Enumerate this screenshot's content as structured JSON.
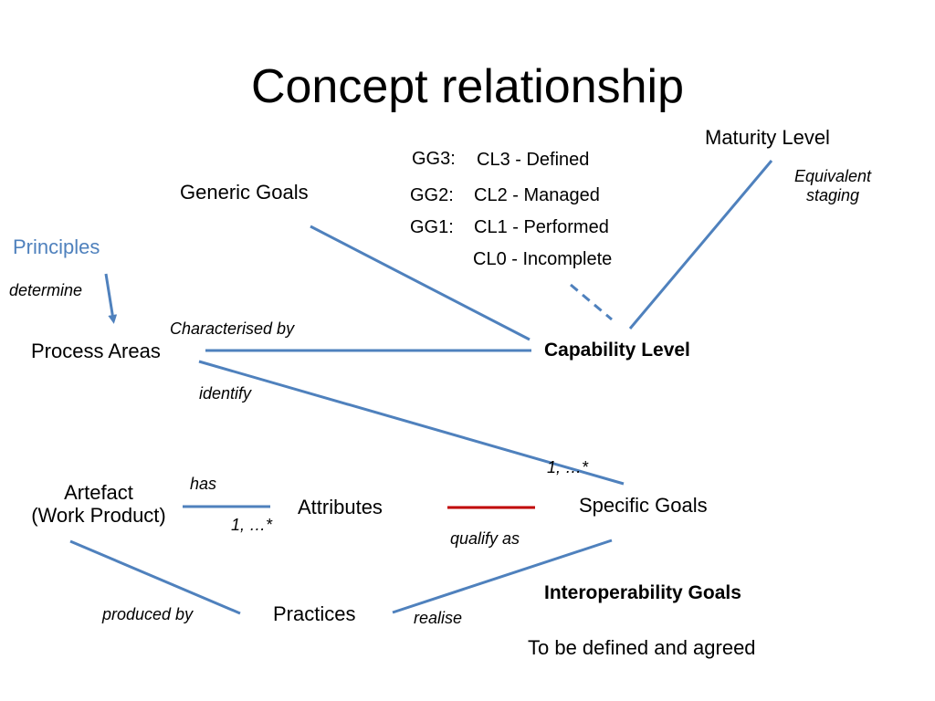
{
  "title": "Concept relationship",
  "colors": {
    "line": "#4f81bd",
    "principles": "#4f81bd",
    "qualify_line": "#c00000",
    "text": "#000000"
  },
  "nodes": {
    "maturity_level": "Maturity Level",
    "generic_goals": "Generic Goals",
    "principles": "Principles",
    "process_areas": "Process Areas",
    "capability_level": "Capability Level",
    "artefact_line1": "Artefact",
    "artefact_line2": "(Work Product)",
    "attributes": "Attributes",
    "specific_goals": "Specific Goals",
    "practices": "Practices",
    "interoperability_goals": "Interoperability Goals",
    "to_be_defined": "To be defined and agreed"
  },
  "levels": {
    "gg3": "GG3:",
    "cl3": "CL3 - Defined",
    "gg2": "GG2:",
    "cl2": "CL2 - Managed",
    "gg1": "GG1:",
    "cl1": "CL1 - Performed",
    "cl0": "CL0 - Incomplete"
  },
  "edge_labels": {
    "equivalent_line1": "Equivalent",
    "equivalent_line2": "staging",
    "determine": "determine",
    "characterised_by": "Characterised by",
    "identify": "identify",
    "identify_mult": "1, …*",
    "has": "has",
    "has_mult": "1, …*",
    "qualify_as": "qualify as",
    "produced_by": "produced by",
    "realise": "realise"
  }
}
